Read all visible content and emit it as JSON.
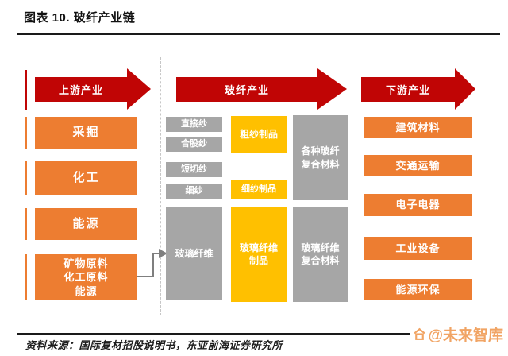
{
  "page": {
    "title": "图表 10. 玻纤产业链",
    "source": "资料来源：国际复材招股说明书，东亚前海证券研究所",
    "watermark": "@未来智库"
  },
  "colors": {
    "arrow_red": "#c00505",
    "box_orange": "#ed7d31",
    "box_gold": "#ffc000",
    "box_gray": "#a6a6a6",
    "watermark_orange": "#f1a464",
    "connector_gray": "#7f7f7f"
  },
  "diagram": {
    "upstream": {
      "arrow": "上游产业",
      "items": [
        "采掘",
        "化工",
        "能源"
      ],
      "materials_box": "矿物原料\n化工原料\n能源"
    },
    "midstream": {
      "arrow": "玻纤产业",
      "yarns": [
        "直接纱",
        "合股纱",
        "短切纱",
        "细纱"
      ],
      "glass_fiber": "玻璃纤维",
      "roving_products": "粗纱制品",
      "fine_yarn_products": "细纱制品",
      "glass_fiber_products": "玻璃纤维\n制品",
      "various_composites": "各种玻纤\n复合材料",
      "fiber_composites": "玻璃纤维\n复合材料"
    },
    "downstream": {
      "arrow": "下游产业",
      "items": [
        "建筑材料",
        "交通运输",
        "电子电器",
        "工业设备",
        "能源环保"
      ]
    }
  }
}
